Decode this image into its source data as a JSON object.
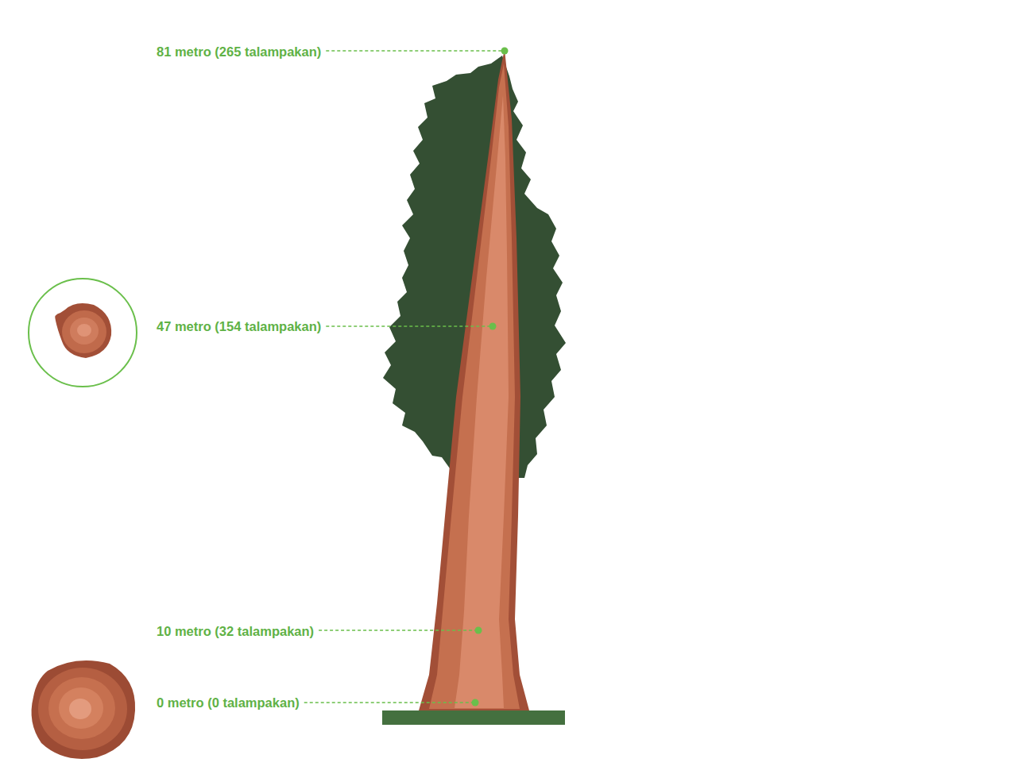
{
  "diagram": {
    "labels": [
      "81 metro (265 talampakan)",
      "47 metro (154 talampakan)",
      "10 metro (32 talampakan)",
      "0 metro (0 talampakan)"
    ]
  }
}
